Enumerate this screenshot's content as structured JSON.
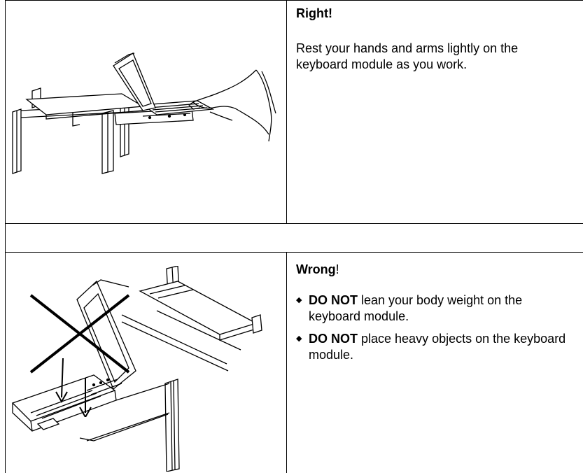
{
  "right_panel": {
    "heading": "Right!",
    "text": "Rest your hands and arms lightly on the keyboard module as you work.",
    "illustration": "keyboard-module-correct-use-illustration"
  },
  "wrong_panel": {
    "heading": "Wrong",
    "heading_suffix": "!",
    "bullet_glyph": "◆",
    "items": [
      {
        "bold": "DO NOT",
        "text": " lean your body weight on the keyboard module."
      },
      {
        "bold": "DO NOT",
        "text": " place heavy objects on the keyboard module."
      }
    ],
    "illustration": "keyboard-module-incorrect-use-illustration",
    "marks": [
      "cross-mark-icon",
      "down-arrow-icon"
    ]
  }
}
